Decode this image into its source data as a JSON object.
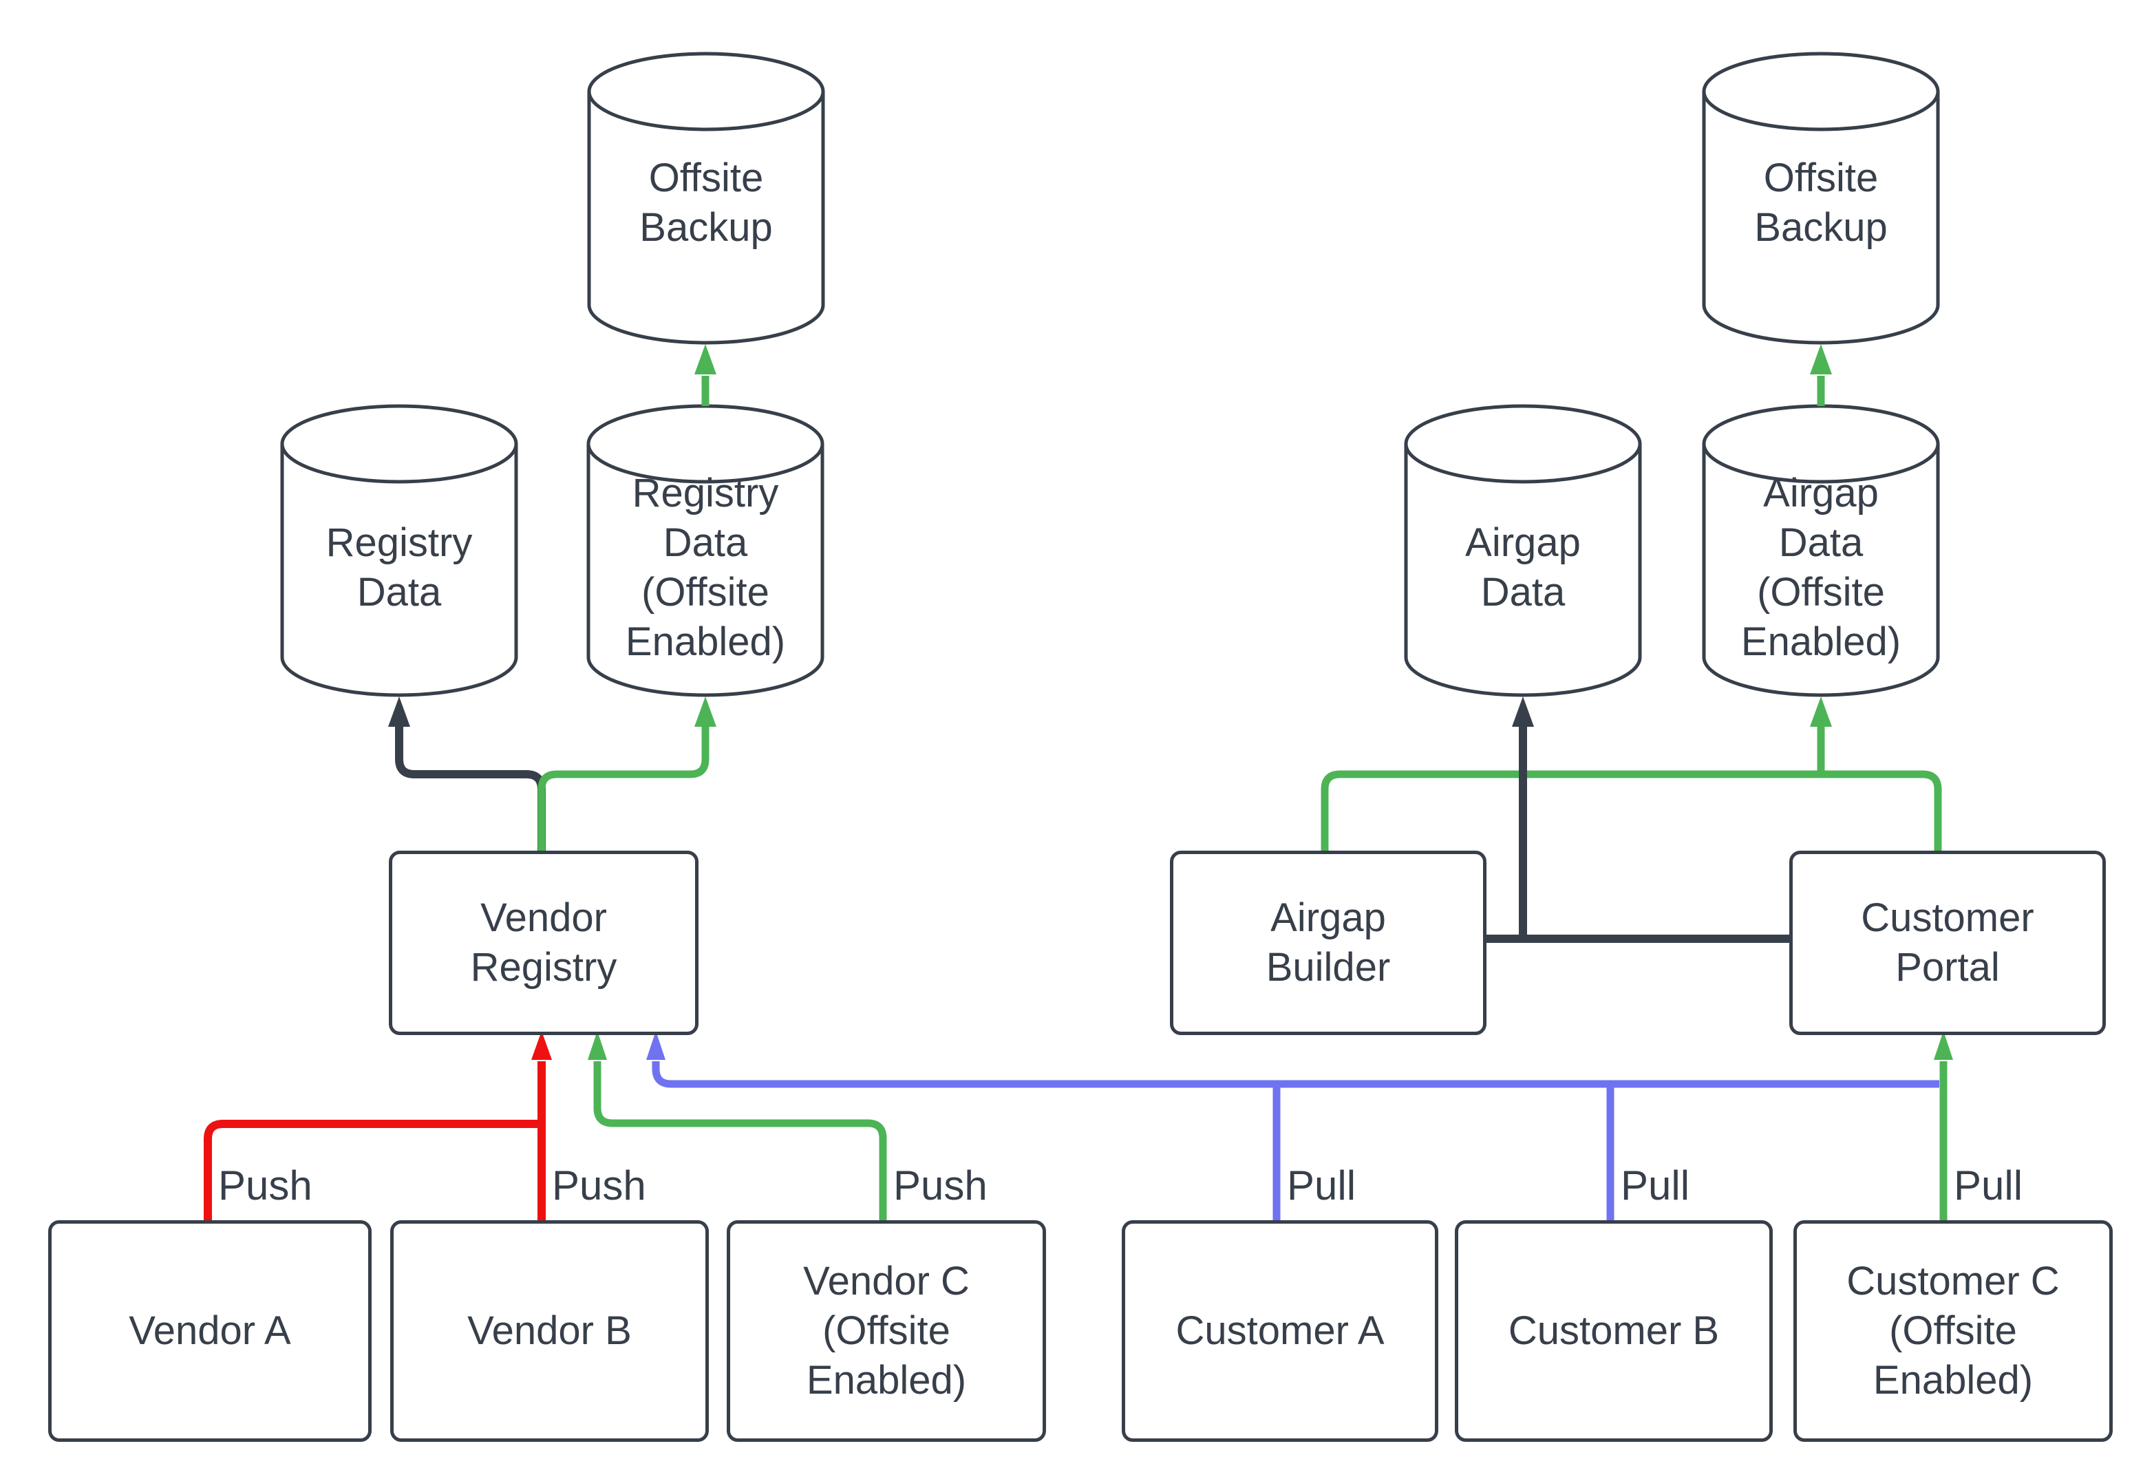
{
  "diagram": {
    "colors": {
      "stroke": "#373f4a",
      "red": "#ee1111",
      "green": "#4cb455",
      "purple": "#6f72f1",
      "background": "#ffffff"
    },
    "nodes": [
      {
        "id": "offsite-backup-left",
        "type": "cylinder",
        "label": "Offsite Backup"
      },
      {
        "id": "registry-data",
        "type": "cylinder",
        "label": "Registry Data"
      },
      {
        "id": "registry-data-offsite",
        "type": "cylinder",
        "label": "Registry Data (Offsite Enabled)"
      },
      {
        "id": "offsite-backup-right",
        "type": "cylinder",
        "label": "Offsite Backup"
      },
      {
        "id": "airgap-data",
        "type": "cylinder",
        "label": "Airgap Data"
      },
      {
        "id": "airgap-data-offsite",
        "type": "cylinder",
        "label": "Airgap Data (Offsite Enabled)"
      },
      {
        "id": "vendor-registry",
        "type": "box",
        "label": "Vendor Registry"
      },
      {
        "id": "airgap-builder",
        "type": "box",
        "label": "Airgap Builder"
      },
      {
        "id": "customer-portal",
        "type": "box",
        "label": "Customer Portal"
      },
      {
        "id": "vendor-a",
        "type": "box",
        "label": "Vendor A"
      },
      {
        "id": "vendor-b",
        "type": "box",
        "label": "Vendor B"
      },
      {
        "id": "vendor-c",
        "type": "box",
        "label": "Vendor C (Offsite Enabled)"
      },
      {
        "id": "customer-a",
        "type": "box",
        "label": "Customer A"
      },
      {
        "id": "customer-b",
        "type": "box",
        "label": "Customer B"
      },
      {
        "id": "customer-c",
        "type": "box",
        "label": "Customer C (Offsite Enabled)"
      }
    ],
    "edge_labels": [
      {
        "id": "push-vendor-a",
        "text": "Push"
      },
      {
        "id": "push-vendor-b",
        "text": "Push"
      },
      {
        "id": "push-vendor-c",
        "text": "Push"
      },
      {
        "id": "pull-customer-a",
        "text": "Pull"
      },
      {
        "id": "pull-customer-b",
        "text": "Pull"
      },
      {
        "id": "pull-customer-c",
        "text": "Pull"
      }
    ]
  }
}
